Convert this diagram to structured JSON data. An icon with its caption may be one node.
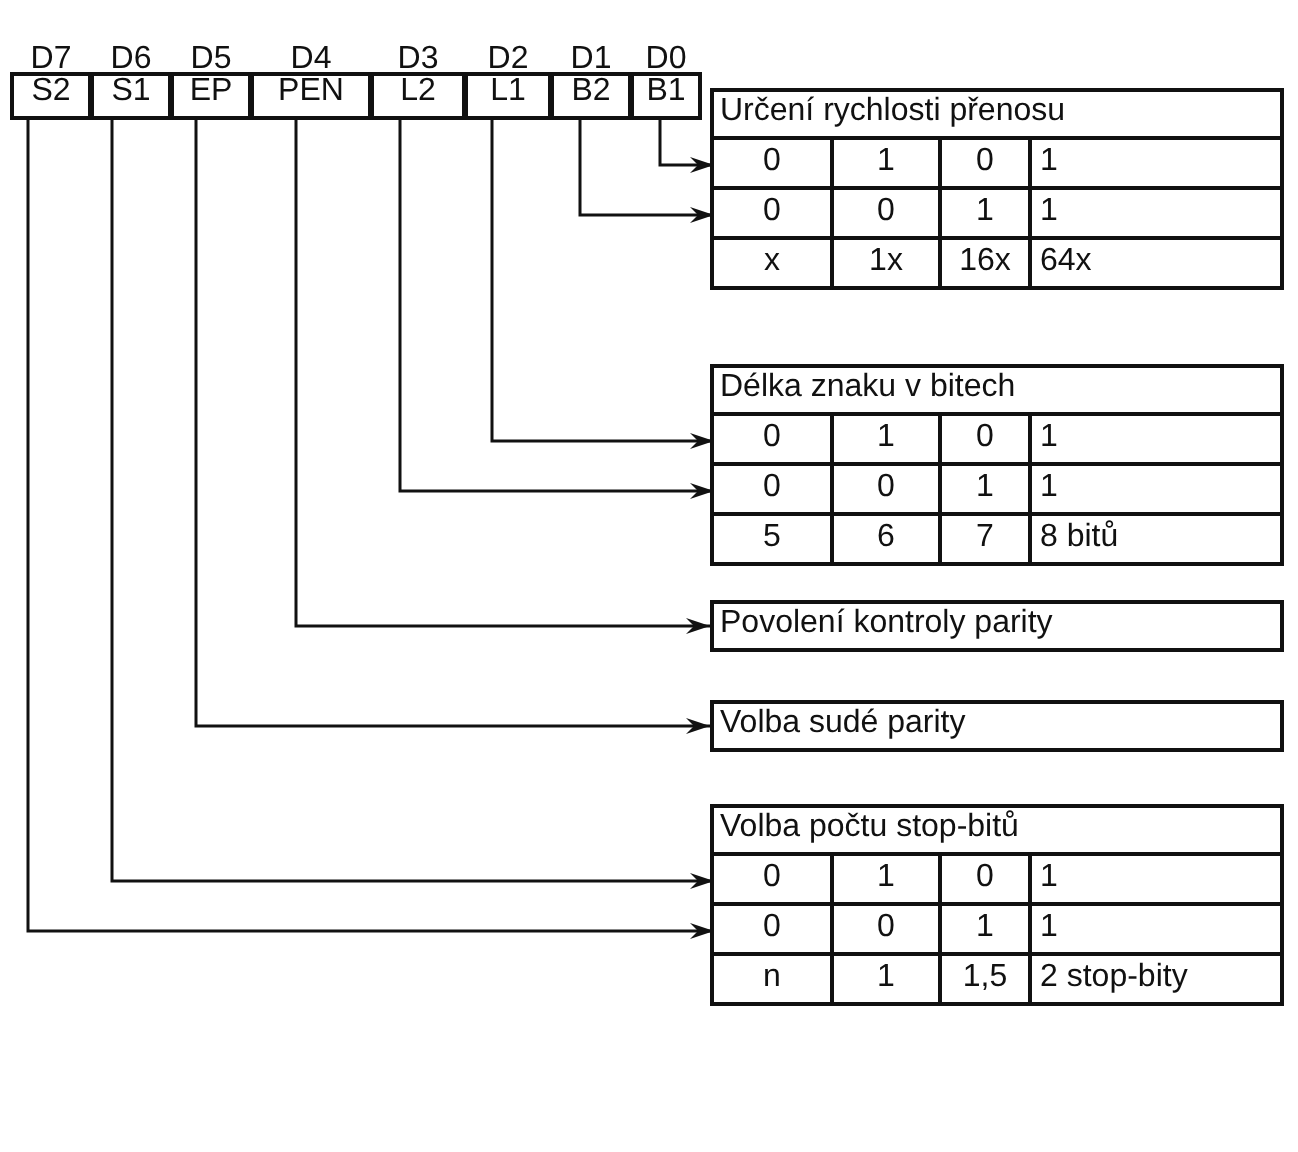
{
  "diagram": {
    "nodes": [
      {
        "text": [
          "S2"
        ],
        "beside": [
          "D7"
        ]
      },
      {
        "text": [
          "S1"
        ],
        "beside": [
          "D6"
        ]
      },
      {
        "text": [
          "EP"
        ],
        "beside": [
          "D5"
        ]
      },
      {
        "text": [
          "PEN"
        ],
        "beside": [
          "D4"
        ]
      },
      {
        "text": [
          "L2"
        ],
        "beside": [
          "D3"
        ]
      },
      {
        "text": [
          "L1"
        ],
        "beside": [
          "D2"
        ]
      },
      {
        "text": [
          "B2"
        ],
        "beside": [
          "D1"
        ]
      },
      {
        "text": [
          "B1"
        ],
        "beside": [
          "D0"
        ]
      },
      {
        "text": [
          "Určení rychlosti přenosu"
        ]
      },
      {
        "text": [
          "0",
          "1",
          "0",
          "1"
        ],
        "in": 8
      },
      {
        "text": [
          "0",
          "0",
          "1",
          "1"
        ],
        "in": 8
      },
      {
        "text": [
          "x",
          "1x",
          "16x",
          "64x"
        ],
        "in": 8
      },
      {
        "text": [
          "Délka znaku v bitech"
        ]
      },
      {
        "text": [
          "0",
          "1",
          "0",
          "1"
        ],
        "in": 12
      },
      {
        "text": [
          "0",
          "0",
          "1",
          "1"
        ],
        "in": 12
      },
      {
        "text": [
          "5",
          "6",
          "7",
          "8 bitů"
        ],
        "in": 12
      },
      {
        "text": [
          "Povolení kontroly parity"
        ]
      },
      {
        "text": [
          "Volba sudé parity"
        ]
      },
      {
        "text": [
          "Volba počtu stop-bitů"
        ]
      },
      {
        "text": [
          "0",
          "1",
          "0",
          "1"
        ],
        "in": 18
      },
      {
        "text": [
          "0",
          "0",
          "1",
          "1"
        ],
        "in": 18
      },
      {
        "text": [
          "n",
          "1",
          "1,5",
          "2 stop-bity"
        ],
        "in": 18
      }
    ],
    "edges": [
      {
        "from": 7,
        "to": 9,
        "arrow": "to"
      },
      {
        "from": 6,
        "to": 10,
        "arrow": "to"
      },
      {
        "from": 5,
        "to": 13,
        "arrow": "to"
      },
      {
        "from": 4,
        "to": 14,
        "arrow": "to"
      },
      {
        "from": 3,
        "to": 16,
        "arrow": "to"
      },
      {
        "from": 2,
        "to": 17,
        "arrow": "to"
      },
      {
        "from": 1,
        "to": 19,
        "arrow": "to"
      },
      {
        "from": 0,
        "to": 20,
        "arrow": "to"
      }
    ]
  }
}
